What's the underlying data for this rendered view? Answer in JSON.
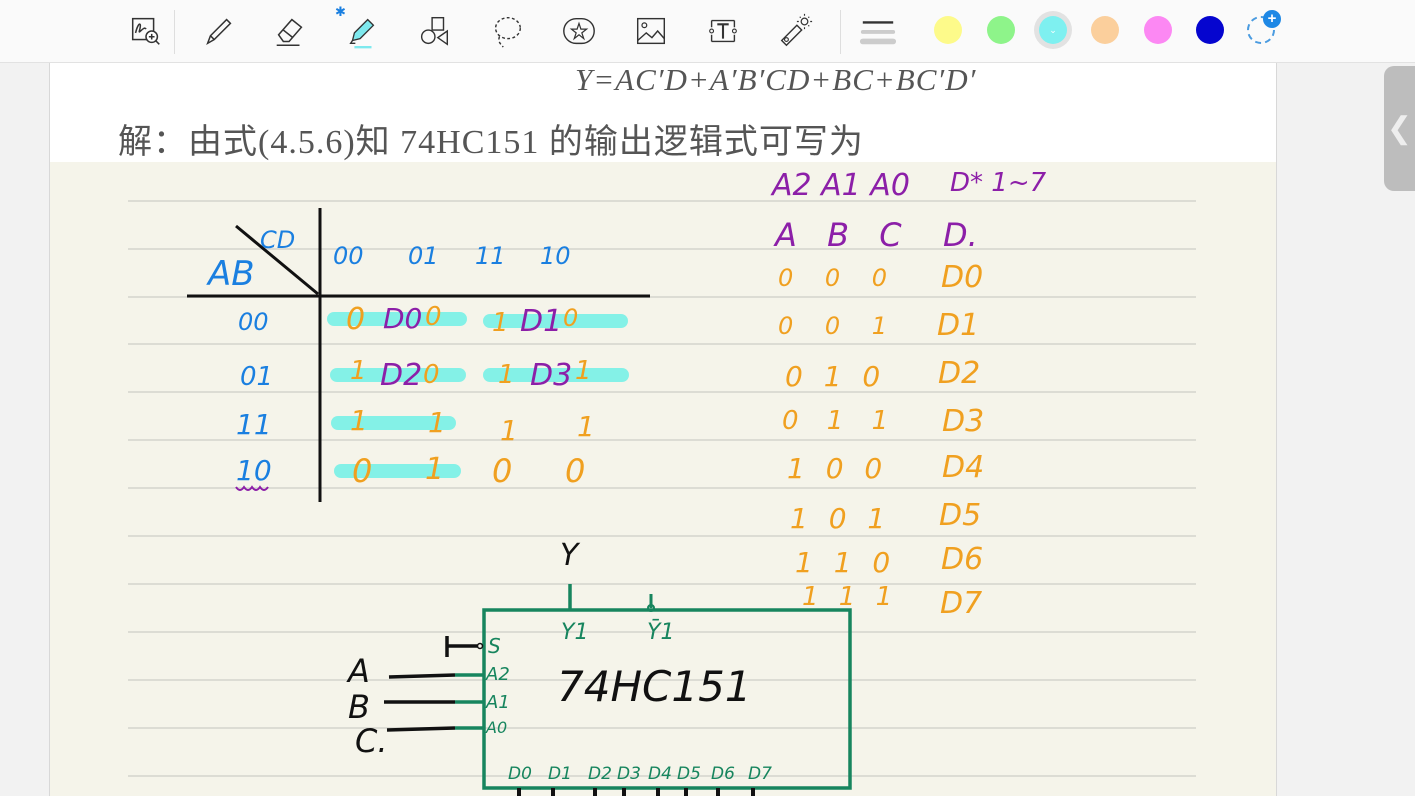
{
  "toolbar": {
    "tools": [
      {
        "name": "zoom-handwriting",
        "icon": "handwriting-zoom-icon"
      },
      {
        "name": "pen",
        "icon": "pen-icon"
      },
      {
        "name": "eraser",
        "icon": "eraser-icon"
      },
      {
        "name": "highlighter",
        "icon": "highlighter-icon",
        "active": true,
        "badge": "bluetooth"
      },
      {
        "name": "shapes",
        "icon": "shapes-icon"
      },
      {
        "name": "lasso",
        "icon": "lasso-icon"
      },
      {
        "name": "sticker",
        "icon": "sticker-icon"
      },
      {
        "name": "image",
        "icon": "image-icon"
      },
      {
        "name": "text",
        "icon": "text-box-icon",
        "glyph": "T"
      },
      {
        "name": "laser-pointer",
        "icon": "laser-pointer-icon"
      }
    ],
    "stroke_width_icon": "stroke-width-icon",
    "colors": [
      {
        "name": "yellow",
        "hex": "#fdfa8a"
      },
      {
        "name": "green",
        "hex": "#8ef48a"
      },
      {
        "name": "cyan",
        "hex": "#7ef0f0",
        "selected": true
      },
      {
        "name": "peach",
        "hex": "#fbcf9c"
      },
      {
        "name": "pink",
        "hex": "#fc88f3"
      },
      {
        "name": "blue",
        "hex": "#0505cf"
      }
    ],
    "add_color_glyph": "+",
    "selected_chevron": "⌄"
  },
  "side_panel": {
    "toggle_glyph": "❮"
  },
  "document": {
    "formula": "Y=AC′D+A′B′CD+BC+BC′D′",
    "solution_line": "解：由式(4.5.6)知 74HC151 的输出逻辑式可写为"
  },
  "kmap": {
    "corner_col_label": "CD",
    "corner_row_label": "AB",
    "col_headers": [
      "00",
      "01",
      "11",
      "10"
    ],
    "row_headers": [
      "00",
      "01",
      "11",
      "10"
    ],
    "cells": [
      [
        "0",
        "0",
        "1",
        "0"
      ],
      [
        "1",
        "0",
        "1",
        "1"
      ],
      [
        "1",
        "1",
        "1",
        "1"
      ],
      [
        "0",
        "1",
        "0",
        "0"
      ]
    ],
    "group_labels": [
      "D0",
      "D1",
      "D2",
      "D3"
    ]
  },
  "truth_table": {
    "header_pins": "A2 A1 A0",
    "header_d": "D* 1~7",
    "header_vars": "A B C",
    "header_d2": "D.",
    "rows": [
      {
        "abc": "0 0 0",
        "d": "D0"
      },
      {
        "abc": "0 0 1",
        "d": "D1"
      },
      {
        "abc": "0 1 0",
        "d": "D2"
      },
      {
        "abc": "0 1 1",
        "d": "D3"
      },
      {
        "abc": "1 0 0",
        "d": "D4"
      },
      {
        "abc": "1 0 1",
        "d": "D5"
      },
      {
        "abc": "1 1 0",
        "d": "D6"
      },
      {
        "abc": "1 1 1",
        "d": "D7"
      }
    ]
  },
  "circuit": {
    "chip_label": "74HC151",
    "output_label": "Y",
    "pin_y": "Y1",
    "pin_ybar": "Ȳ1",
    "pin_s": "S",
    "addr_pins": [
      "A2",
      "A1",
      "A0"
    ],
    "inputs": [
      "A",
      "B",
      "C."
    ],
    "data_pins": [
      "D0",
      "D1",
      "D2",
      "D3",
      "D4",
      "D5",
      "D6",
      "D7"
    ]
  }
}
